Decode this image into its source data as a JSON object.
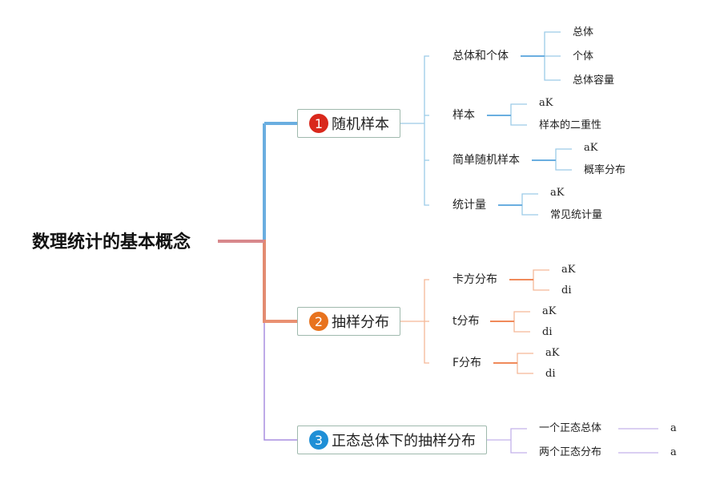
{
  "root": {
    "label": "数理统计的基本概念"
  },
  "colors": {
    "blue": "#6aaee0",
    "orange": "#f08a5a",
    "purple": "#a98ee0",
    "root_link": "#d8888c",
    "badge1": "#d9281c",
    "badge2": "#e8731e",
    "badge3": "#1f8fd6"
  },
  "branches": [
    {
      "num": "1",
      "label": "随机样本",
      "children": [
        {
          "label": "总体和个体",
          "children": [
            "总体",
            "个体",
            "总体容量"
          ]
        },
        {
          "label": "样本",
          "children": [
            "aK",
            "样本的二重性"
          ]
        },
        {
          "label": "简单随机样本",
          "children": [
            "aK",
            "概率分布"
          ]
        },
        {
          "label": "统计量",
          "children": [
            "aK",
            "常见统计量"
          ]
        }
      ]
    },
    {
      "num": "2",
      "label": "抽样分布",
      "children": [
        {
          "label": "卡方分布",
          "children": [
            "aK",
            "di"
          ]
        },
        {
          "label": "t分布",
          "children": [
            "aK",
            "di"
          ]
        },
        {
          "label": "F分布",
          "children": [
            "aK",
            "di"
          ]
        }
      ]
    },
    {
      "num": "3",
      "label": "正态总体下的抽样分布",
      "children": [
        {
          "label": "一个正态总体",
          "children": [
            "a"
          ]
        },
        {
          "label": "两个正态分布",
          "children": [
            "a"
          ]
        }
      ]
    }
  ]
}
